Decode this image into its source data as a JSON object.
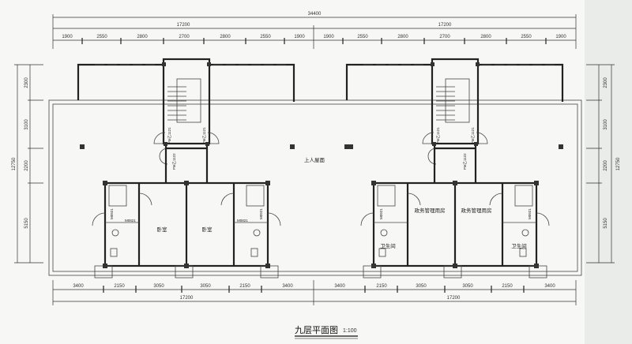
{
  "drawing": {
    "title": "九层平面图",
    "scale": "1:100",
    "top_dims": {
      "overall": "34400",
      "halves": [
        "17200",
        "17200"
      ],
      "segments": [
        "1900",
        "2550",
        "2800",
        "2700",
        "2800",
        "2550",
        "1900",
        "1900",
        "2550",
        "2800",
        "2700",
        "2800",
        "2550",
        "1900"
      ]
    },
    "bottom_dims": {
      "segments": [
        "3400",
        "2150",
        "3050",
        "3050",
        "2150",
        "3400",
        "3400",
        "2150",
        "3050",
        "3050",
        "2150",
        "3400"
      ],
      "halves": [
        "17200",
        "17200"
      ]
    },
    "side_dims": {
      "overall": "12750",
      "segments": [
        "2300",
        "3100",
        "2200",
        "5150"
      ]
    },
    "rooms": {
      "roof": "上人屋面",
      "bedroom_1": "卧室",
      "bedroom_2": "卧室",
      "office_1": "政务管理用房",
      "office_2": "政务管理用房",
      "wc_1": "卫生间",
      "wc_2": "卫生间"
    },
    "doors": {
      "fire_door_a": "FM乙1121",
      "fire_door_b": "FM乙1122",
      "door_m0921": "M0921",
      "door_m0821": "M0821"
    }
  }
}
